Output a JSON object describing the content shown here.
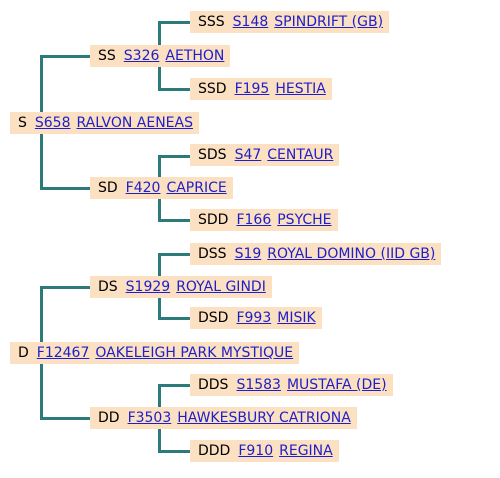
{
  "pedigree": {
    "s": {
      "code": "S",
      "reg": "S658",
      "name": "RALVON AENEAS"
    },
    "ss": {
      "code": "SS",
      "reg": "S326",
      "name": "AETHON"
    },
    "sss": {
      "code": "SSS",
      "reg": "S148",
      "name": "SPINDRIFT (GB)"
    },
    "ssd": {
      "code": "SSD",
      "reg": "F195",
      "name": "HESTIA"
    },
    "sd": {
      "code": "SD",
      "reg": "F420",
      "name": "CAPRICE"
    },
    "sds": {
      "code": "SDS",
      "reg": "S47",
      "name": "CENTAUR"
    },
    "sdd": {
      "code": "SDD",
      "reg": "F166",
      "name": "PSYCHE"
    },
    "d": {
      "code": "D",
      "reg": "F12467",
      "name": "OAKELEIGH PARK MYSTIQUE"
    },
    "ds": {
      "code": "DS",
      "reg": "S1929",
      "name": "ROYAL GINDI"
    },
    "dss": {
      "code": "DSS",
      "reg": "S19",
      "name": "ROYAL DOMINO (IID GB)"
    },
    "dsd": {
      "code": "DSD",
      "reg": "F993",
      "name": "MISIK"
    },
    "dd": {
      "code": "DD",
      "reg": "F3503",
      "name": "HAWKESBURY CATRIONA"
    },
    "dds": {
      "code": "DDS",
      "reg": "S1583",
      "name": "MUSTAFA (DE)"
    },
    "ddd": {
      "code": "DDD",
      "reg": "F910",
      "name": "REGINA"
    }
  },
  "colors": {
    "box_background": "#fbe0c2",
    "connector": "#2d7a7a",
    "link": "#2020c8"
  }
}
